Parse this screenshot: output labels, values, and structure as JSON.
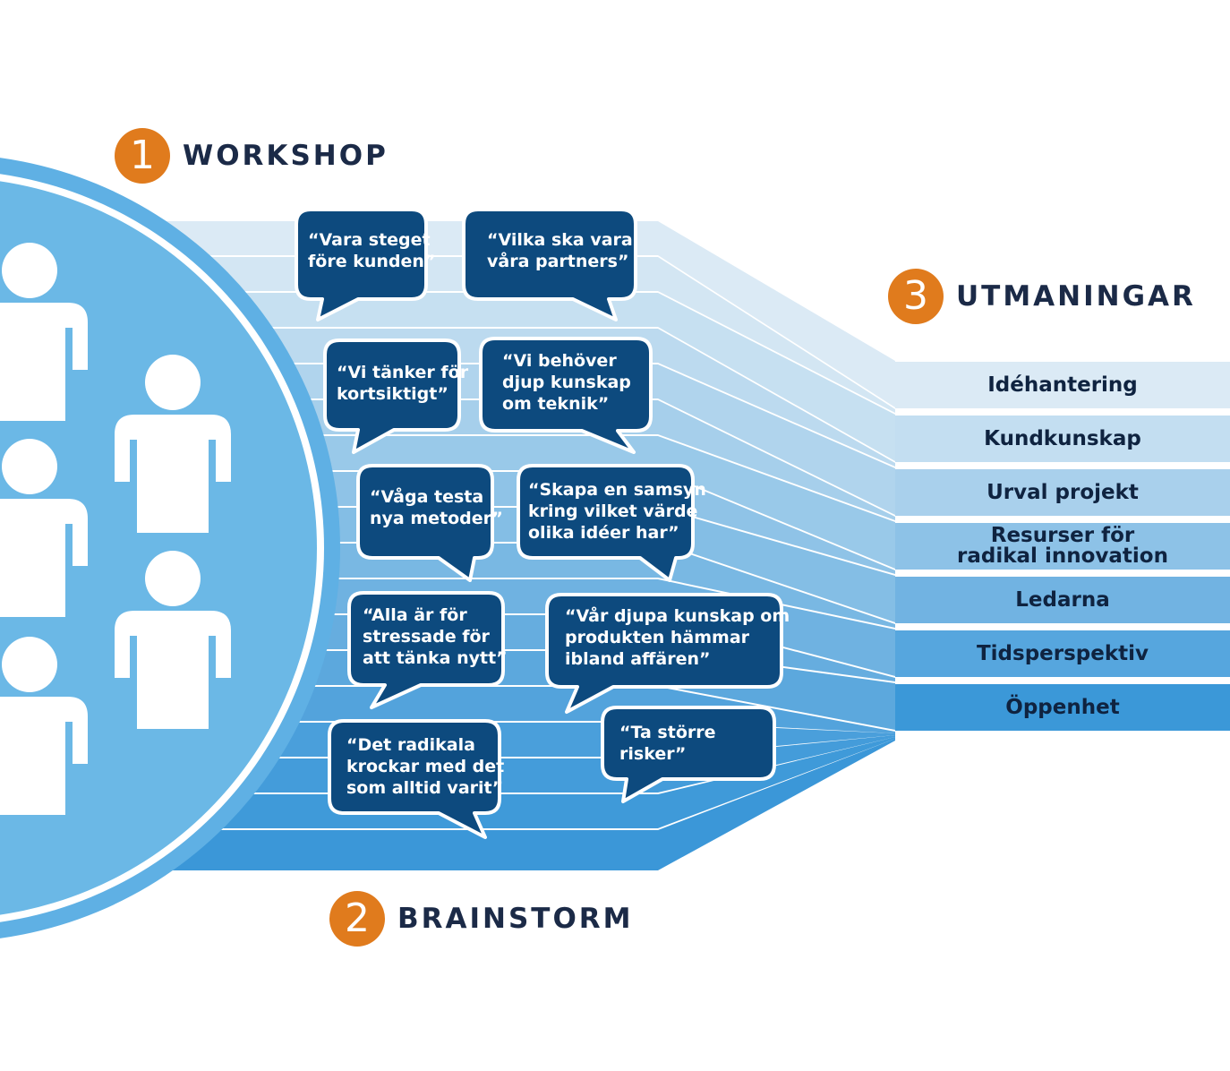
{
  "steps": {
    "workshop": {
      "number": "1",
      "label": "WORKSHOP"
    },
    "brainstorm": {
      "number": "2",
      "label": "BRAINSTORM"
    },
    "challenges": {
      "number": "3",
      "label": "UTMANINGAR"
    }
  },
  "quotes": [
    "“Vara steget\nföre kunden”",
    "“Vilka ska vara\nvåra partners”",
    "“Vi tänker för\nkortsiktigt”",
    "“Vi behöver\ndjup kunskap\nom teknik”",
    "“Våga testa\nnya metoder”",
    "“Skapa en samsyn\nkring vilket värde\nolika idéer har”",
    "“Alla är för\nstressade för\natt tänka nytt”",
    "“Vår djupa kunskap om\nprodukten hämmar\nibland affären”",
    "“Det radikala\nkrockar med det\nsom alltid varit”",
    "“Ta större\nrisker”"
  ],
  "challenges": [
    "Idéhantering",
    "Kundkunskap",
    "Urval projekt",
    "Resurser för\nradikal innovation",
    "Ledarna",
    "Tidsperspektiv",
    "Öppenhet"
  ],
  "colors": {
    "orange": "#e07b1d",
    "navy": "#0d4a7e",
    "circle_ring": "#5fb0e4",
    "circle_fill": "#6bb8e6",
    "band_light": "#dbeaf5",
    "band_dark": "#3b9ad9"
  },
  "icons": {
    "people": "person-icon"
  }
}
